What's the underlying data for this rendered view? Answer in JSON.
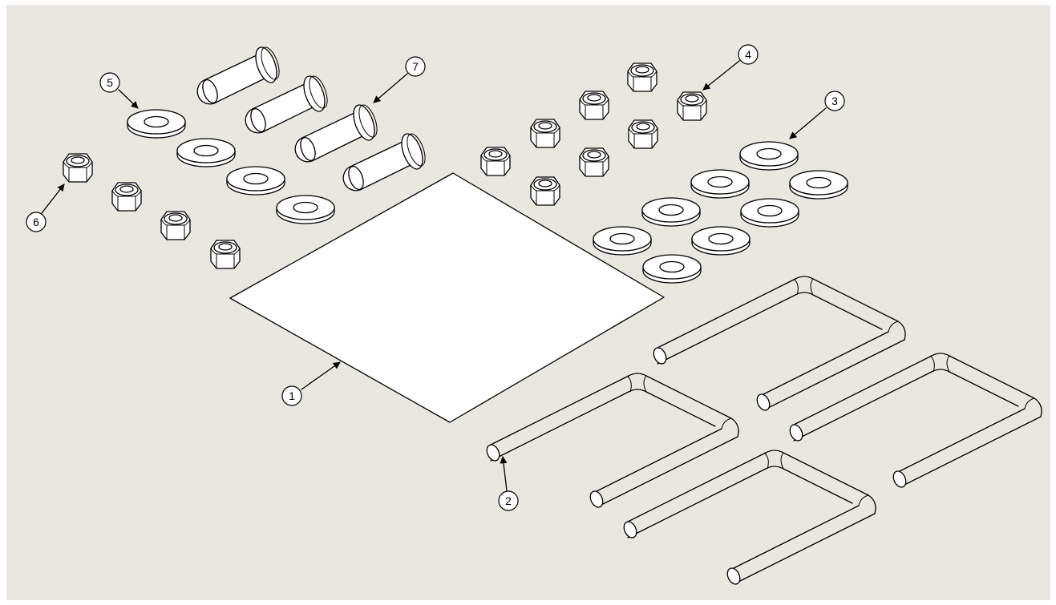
{
  "colors": {
    "background": "#e9e7de",
    "outline": "#000000",
    "part_fill": "#ffffff"
  },
  "balloons": [
    {
      "id": "balloon-1",
      "label": "1"
    },
    {
      "id": "balloon-2",
      "label": "2"
    },
    {
      "id": "balloon-3",
      "label": "3"
    },
    {
      "id": "balloon-4",
      "label": "4"
    },
    {
      "id": "balloon-5",
      "label": "5"
    },
    {
      "id": "balloon-6",
      "label": "6"
    },
    {
      "id": "balloon-7",
      "label": "7"
    }
  ]
}
